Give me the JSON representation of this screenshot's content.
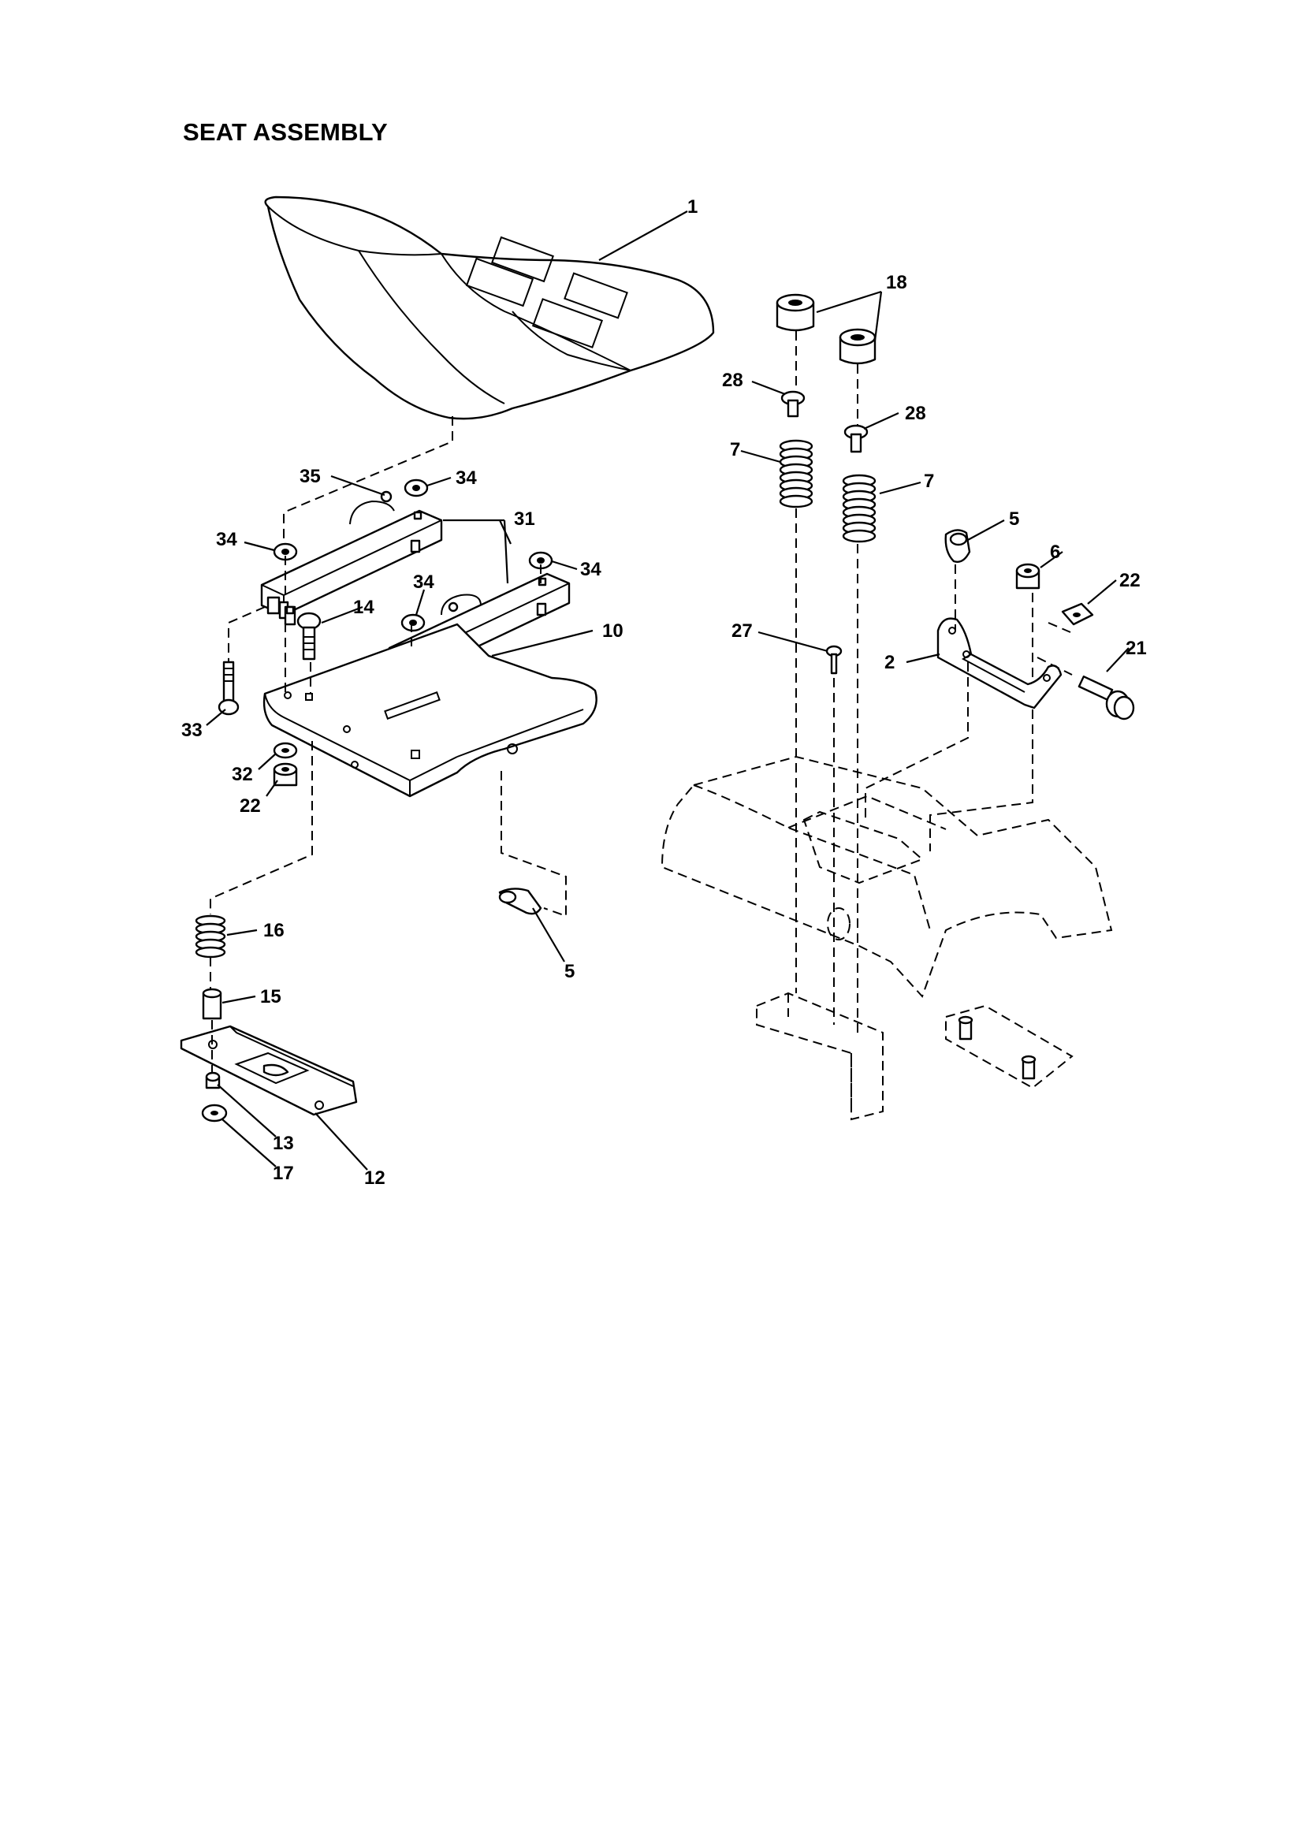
{
  "title": "SEAT ASSEMBLY",
  "callouts": {
    "seat": "1",
    "spacer_18": "18",
    "nut_28_left": "28",
    "nut_28_right": "28",
    "spring_7_left": "7",
    "spring_7_right": "7",
    "clip_5_upper": "5",
    "nut_6": "6",
    "nut_22_right": "22",
    "bolt_21": "21",
    "bracket_2": "2",
    "screw_27": "27",
    "pin_35": "35",
    "washer_34_top": "34",
    "washer_34_left": "34",
    "washer_34_right": "34",
    "washer_34_mid": "34",
    "rail_31": "31",
    "bolt_14": "14",
    "pan_10": "10",
    "bolt_33": "33",
    "washer_32": "32",
    "nut_22_left": "22",
    "clip_5_lower": "5",
    "spring_16": "16",
    "spacer_15": "15",
    "plate_12": "12",
    "nut_13": "13",
    "washer_17": "17"
  }
}
